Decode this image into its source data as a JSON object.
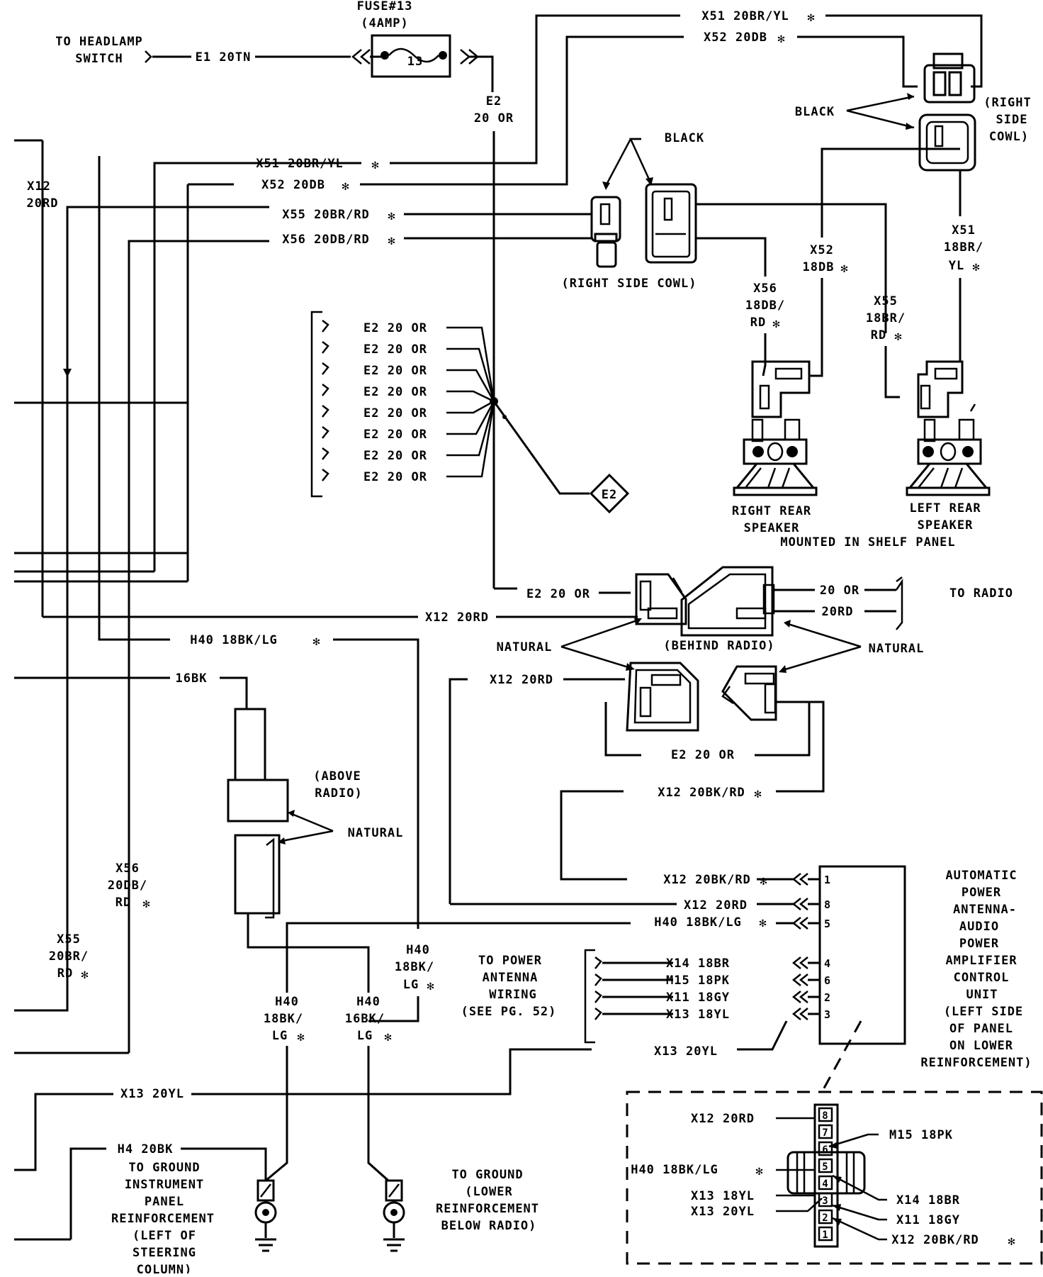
{
  "fuse": {
    "title": "FUSE#13",
    "rating": "(4AMP)",
    "number": "13"
  },
  "headlamp": {
    "line1": "TO HEADLAMP",
    "line2": "SWITCH",
    "wire": "E1 20TN"
  },
  "wires": {
    "e2_vertical_1": "E2",
    "e2_vertical_2": "20 OR",
    "x51_top": "X51 20BR/YL",
    "x52_top": "X52 20DB",
    "x51_mid": "X51 20BR/YL",
    "x52_mid": "X52 20DB",
    "x55_mid": "X55 20BR/RD",
    "x56_mid": "X56 20DB/RD",
    "x12_left_1": "X12",
    "x12_left_2": "20RD",
    "e2_splice": [
      "E2 20 OR",
      "E2 20 OR",
      "E2 20 OR",
      "E2 20 OR",
      "E2 20 OR",
      "E2 20 OR",
      "E2 20 OR",
      "E2 20 OR"
    ],
    "x52_right": [
      "X52",
      "18DB"
    ],
    "x51_right": [
      "X51",
      "18BR/",
      "YL"
    ],
    "x56_right": [
      "X56",
      "18DB/",
      "RD"
    ],
    "x55_right": [
      "X55",
      "18BR/",
      "RD"
    ],
    "e2_radio": "E2 20 OR",
    "x12_radio": "X12 20RD",
    "h40_top": "H40 18BK/LG",
    "bk16": "16BK",
    "x12_natural": "X12 20RD",
    "e2_bottom": "E2 20 OR",
    "x12_bkrd": "X12 20BK/RD",
    "radio_20or": "20 OR",
    "radio_20rd": "20RD",
    "x56_lower": [
      "X56",
      "20DB/",
      "RD"
    ],
    "x55_lower": [
      "X55",
      "20BR/",
      "RD"
    ],
    "h40_a": [
      "H40",
      "18BK/",
      "LG"
    ],
    "h40_b": [
      "H40",
      "18BK/",
      "LG"
    ],
    "h40_c": [
      "H40",
      "16BK/",
      "LG"
    ],
    "x13_20yl_a": "X13 20YL",
    "x13_20yl_b": "X13 20YL",
    "h4": "H4 20BK"
  },
  "labels": {
    "black_top": "BLACK",
    "black_right": "BLACK",
    "right_side_cowl_top": [
      "(RIGHT",
      "SIDE",
      "COWL)"
    ],
    "right_side_cowl_mid": "(RIGHT SIDE COWL)",
    "right_rear_speaker": [
      "RIGHT REAR",
      "SPEAKER"
    ],
    "left_rear_speaker": [
      "LEFT REAR",
      "SPEAKER"
    ],
    "mounted": "MOUNTED IN SHELF PANEL",
    "e2_diamond": "E2",
    "to_radio": "TO RADIO",
    "natural_left": "NATURAL",
    "natural_right": "NATURAL",
    "behind_radio": "(BEHIND RADIO)",
    "above_radio": [
      "(ABOVE",
      "RADIO)"
    ],
    "natural_above": "NATURAL",
    "to_power_antenna": [
      "TO POWER",
      "ANTENNA",
      "WIRING",
      "(SEE PG. 52)"
    ],
    "amp_unit": [
      "AUTOMATIC",
      "POWER",
      "ANTENNA-",
      "AUDIO",
      "POWER",
      "AMPLIFIER",
      "CONTROL",
      "UNIT",
      "(LEFT SIDE",
      "OF PANEL",
      "ON LOWER",
      "REINFORCEMENT)"
    ],
    "ground_ip": [
      "TO GROUND",
      "INSTRUMENT",
      "PANEL",
      "REINFORCEMENT",
      "(LEFT OF",
      "STEERING",
      "COLUMN)"
    ],
    "ground_lower": [
      "TO GROUND",
      "(LOWER",
      "REINFORCEMENT",
      "BELOW RADIO)"
    ]
  },
  "amp_pins": [
    {
      "wire": "X12 20BK/RD",
      "star": "✻",
      "pin": "1"
    },
    {
      "wire": "X12 20RD",
      "star": "",
      "pin": "8"
    },
    {
      "wire": "H40 18BK/LG",
      "star": "✻",
      "pin": "5"
    },
    {
      "wire": "X14 18BR",
      "star": "",
      "pin": "4"
    },
    {
      "wire": "M15 18PK",
      "star": "",
      "pin": "6"
    },
    {
      "wire": "X11 18GY",
      "star": "",
      "pin": "2"
    },
    {
      "wire": "X13 18YL",
      "star": "",
      "pin": "3"
    }
  ],
  "inset": {
    "x12_20rd": "X12 20RD",
    "h40": "H40 18BK/LG",
    "x13_18yl": "X13 18YL",
    "x13_20yl": "X13 20YL",
    "m15": "M15 18PK",
    "x14": "X14 18BR",
    "x11": "X11 18GY",
    "x12_bkrd": "X12 20BK/RD",
    "pins": [
      "8",
      "7",
      "6",
      "5",
      "4",
      "3",
      "2",
      "1"
    ]
  },
  "star": "✻"
}
